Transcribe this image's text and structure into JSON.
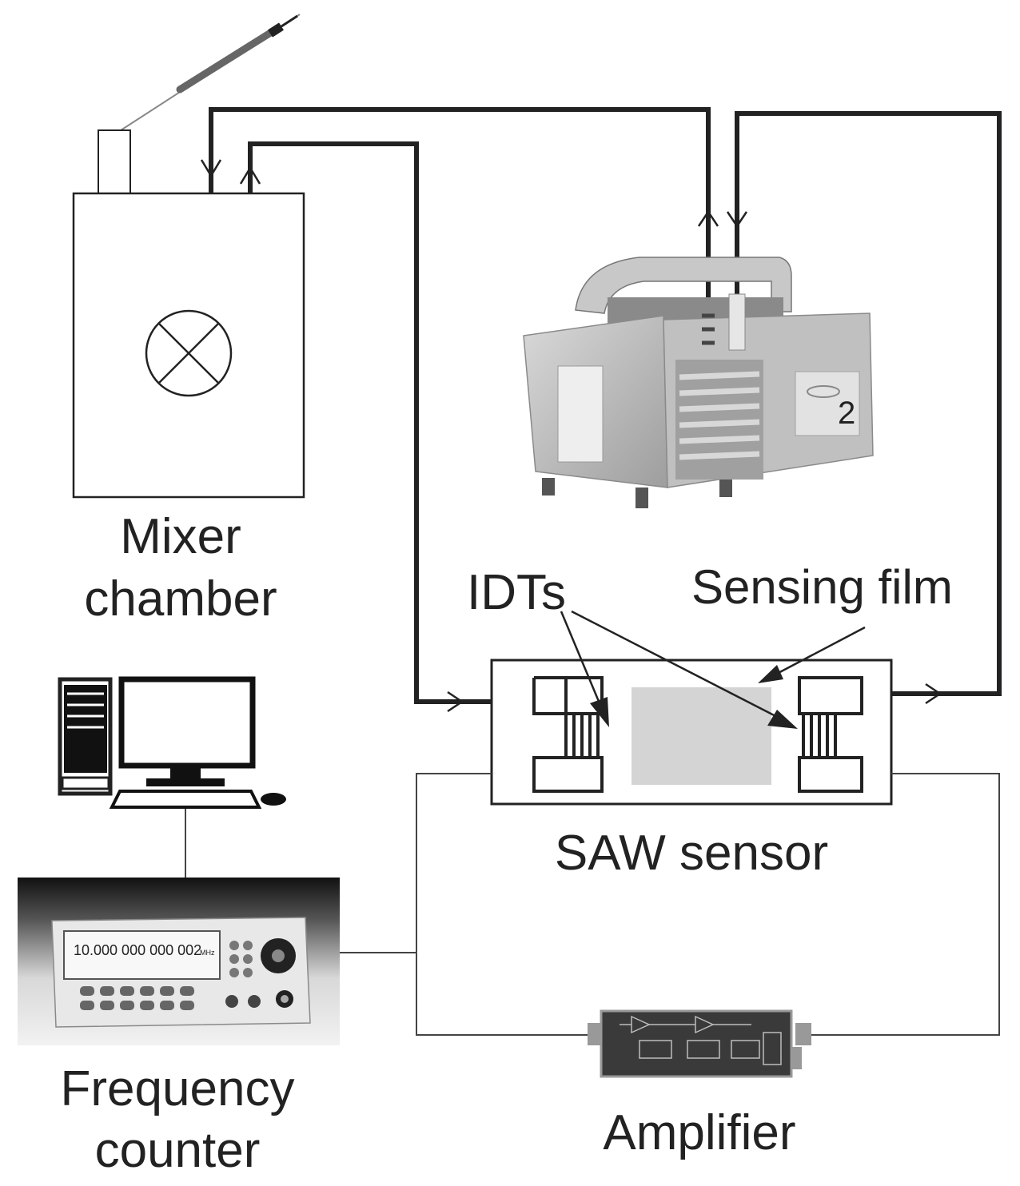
{
  "labels": {
    "mixer_line1": "Mixer",
    "mixer_line2": "chamber",
    "idts": "IDTs",
    "sensing_film": "Sensing film",
    "saw_sensor": "SAW sensor",
    "freq_line1": "Frequency",
    "freq_line2": "counter",
    "amplifier": "Amplifier"
  },
  "frequency_counter": {
    "display_value": "10.000 000 000 002",
    "display_unit": "MHz"
  },
  "pump": {
    "badge_number": "2"
  },
  "colors": {
    "line": "#222222",
    "sensing_film": "#d4d4d4",
    "device_gray": "#bdbdbd"
  }
}
